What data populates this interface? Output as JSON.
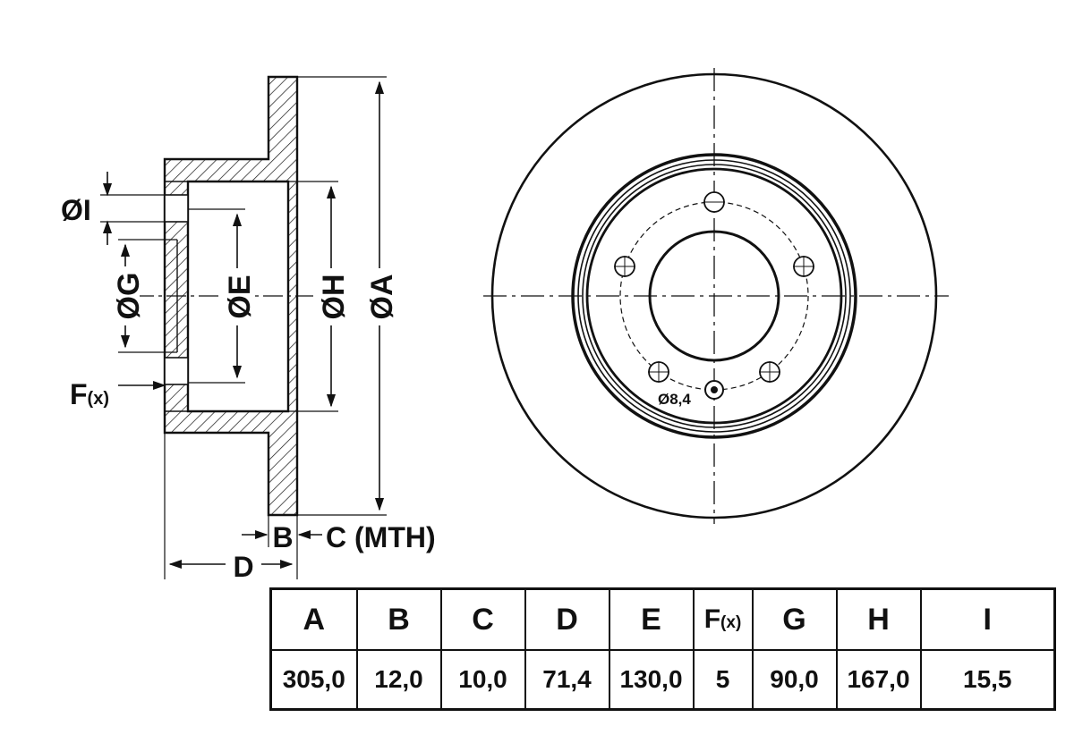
{
  "side_view_labels": {
    "dia_A": "ØA",
    "dia_H": "ØH",
    "dia_E": "ØE",
    "dia_G": "ØG",
    "dia_I": "ØI",
    "label_F": "F",
    "label_F_sub": "(x)",
    "label_B": "B",
    "label_C": "C (MTH)",
    "label_D": "D"
  },
  "front_view": {
    "bolt_hole_label": "Ø8,4",
    "bolt_hole_count": 5
  },
  "spec_table": {
    "headers": [
      "A",
      "B",
      "C",
      "D",
      "E",
      "F",
      "G",
      "H",
      "I"
    ],
    "header_subscripts": {
      "F": "(x)"
    },
    "values": [
      "305,0",
      "12,0",
      "10,0",
      "71,4",
      "130,0",
      "5",
      "90,0",
      "167,0",
      "15,5"
    ]
  }
}
